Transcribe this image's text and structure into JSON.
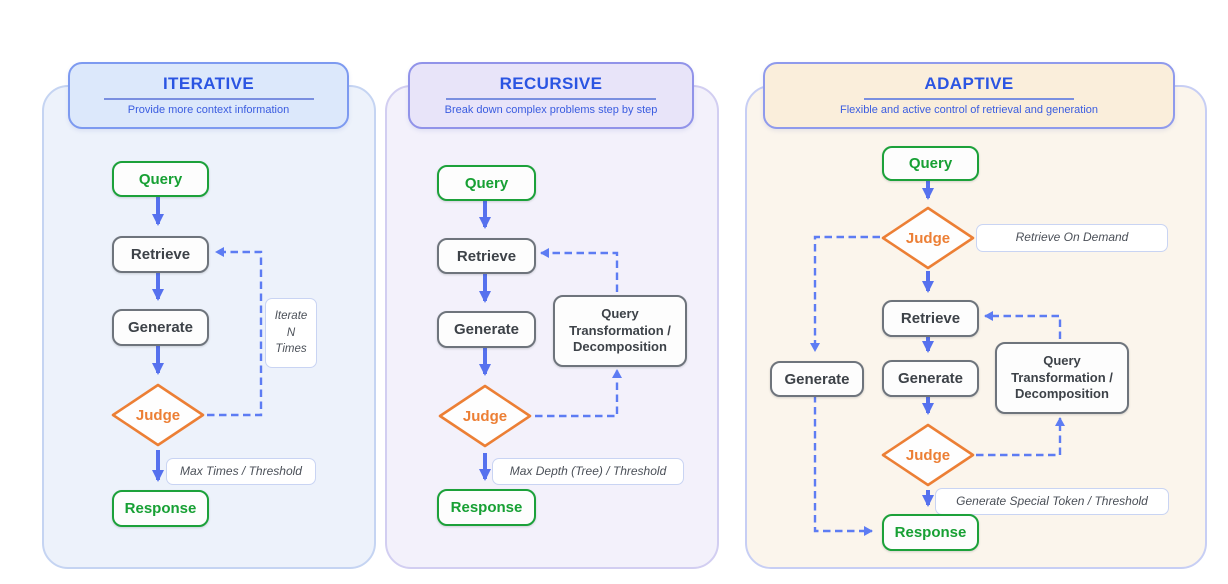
{
  "palette": {
    "title_blue": "#2b55e2",
    "subtitle_blue": "#3a5ce0",
    "arrow_blue": "#5671ee",
    "dashed_blue": "#5d7cf3",
    "node_green": "#1ca13a",
    "node_gray_border": "#6e747c",
    "node_gray_text": "#3d4248",
    "judge_orange": "#ec7f35",
    "annotation_border": "#c9d4f3",
    "annotation_text": "#4b5058",
    "iterative_body_bg": "#edf2fb",
    "iterative_header_bg": "#dce8fb",
    "recursive_body_bg": "#f3f1fb",
    "recursive_header_bg": "#e8e4f9",
    "adaptive_body_bg": "#fbf5ec",
    "adaptive_header_bg": "#faeedb"
  },
  "panels": [
    {
      "title": "ITERATIVE",
      "subtitle": "Provide more context information",
      "nodes": {
        "query": "Query",
        "retrieve": "Retrieve",
        "generate": "Generate",
        "judge": "Judge",
        "response": "Response"
      },
      "annotations": {
        "loop": {
          "line1": "Iterate",
          "line2": "N",
          "line3": "Times"
        },
        "exit": "Max Times / Threshold"
      }
    },
    {
      "title": "RECURSIVE",
      "subtitle": "Break down complex problems step by step",
      "nodes": {
        "query": "Query",
        "retrieve": "Retrieve",
        "generate": "Generate",
        "transform": {
          "line1": "Query",
          "line2": "Transformation /",
          "line3": "Decomposition"
        },
        "judge": "Judge",
        "response": "Response"
      },
      "annotations": {
        "exit": "Max Depth (Tree) / Threshold"
      }
    },
    {
      "title": "ADAPTIVE",
      "subtitle": "Flexible and  active control of retrieval and generation",
      "nodes": {
        "query": "Query",
        "judge_retrieval": "Judge",
        "retrieve": "Retrieve",
        "generate_direct": "Generate",
        "generate": "Generate",
        "transform": {
          "line1": "Query",
          "line2": "Transformation /",
          "line3": "Decomposition"
        },
        "judge_generation": "Judge",
        "response": "Response"
      },
      "annotations": {
        "judge_retrieval": "Retrieve On  Demand",
        "exit": "Generate Special Token / Threshold"
      }
    }
  ]
}
